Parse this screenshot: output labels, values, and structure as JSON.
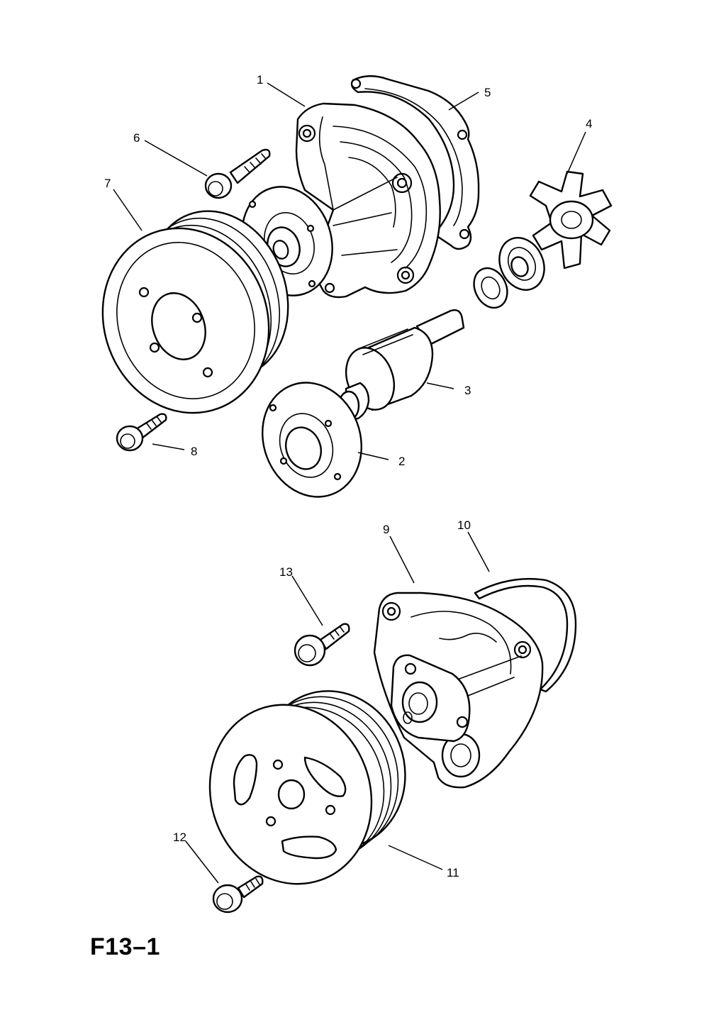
{
  "figure": {
    "code": "F13–1"
  },
  "callouts": {
    "c1": "1",
    "c2": "2",
    "c3": "3",
    "c4": "4",
    "c5": "5",
    "c6": "6",
    "c7": "7",
    "c8": "8",
    "c9": "9",
    "c10": "10",
    "c11": "11",
    "c12": "12",
    "c13": "13"
  },
  "colors": {
    "line": "#000000",
    "background": "#ffffff"
  }
}
